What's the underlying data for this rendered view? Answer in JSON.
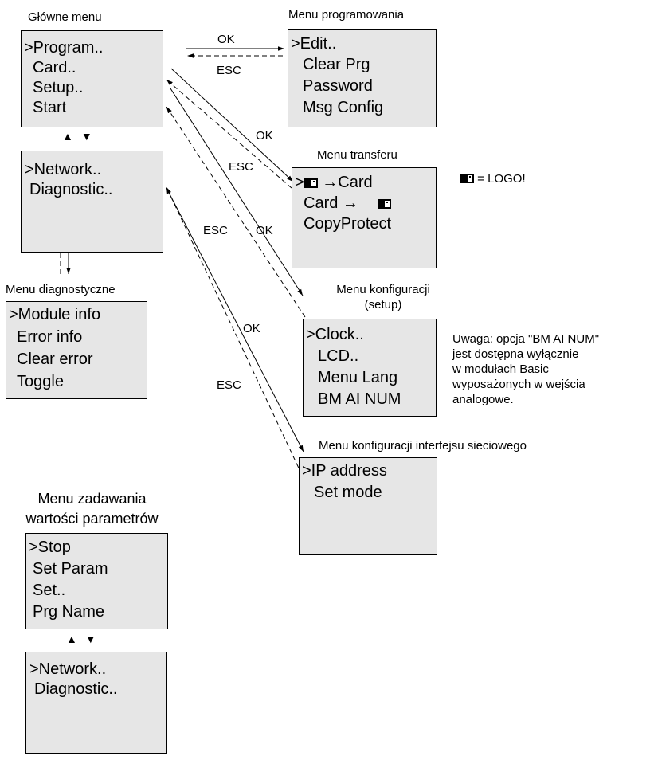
{
  "main_menu": {
    "title": "Główne menu",
    "items": [
      ">Program..",
      "Card..",
      "Setup..",
      "Start"
    ]
  },
  "main_submenu": {
    "items": [
      ">Network..",
      "Diagnostic.."
    ]
  },
  "program_menu": {
    "title": "Menu programowania",
    "items": [
      ">Edit..",
      "Clear Prg",
      "Password",
      "Msg Config"
    ]
  },
  "transfer_menu": {
    "title": "Menu transferu",
    "line1": "→Card",
    "line1_prefix": ">",
    "line2": "Card →",
    "line3": "CopyProtect"
  },
  "logo_legend": {
    "text": "= LOGO!"
  },
  "config_menu": {
    "title_line1": "Menu konfiguracji",
    "title_line2": "(setup)",
    "items": [
      ">Clock..",
      "LCD..",
      "Menu Lang",
      "BM AI NUM"
    ]
  },
  "config_note": {
    "lines": [
      "Uwaga: opcja \"BM AI NUM\"",
      "jest dostępna wyłącznie",
      "w modułach Basic",
      "wyposażonych w wejścia",
      "analogowe."
    ]
  },
  "diag_menu": {
    "title": "Menu diagnostyczne",
    "items": [
      ">Module info",
      "Error info",
      "Clear error",
      "Toggle"
    ]
  },
  "network_menu": {
    "title": "Menu konfiguracji interfejsu sieciowego",
    "items": [
      ">IP address",
      "Set mode"
    ]
  },
  "param_menu": {
    "title_line1": "Menu zadawania",
    "title_line2": "wartości parametrów",
    "items": [
      ">Stop",
      "Set Param",
      "Set..",
      "Prg Name"
    ]
  },
  "param_submenu": {
    "items": [
      ">Network..",
      "Diagnostic.."
    ]
  },
  "nav_arrows": "▲▼",
  "arrow_labels": {
    "ok_program": "OK",
    "esc_program": "ESC",
    "ok_transfer": "OK",
    "esc_transfer": "ESC",
    "esc_config": "ESC",
    "ok_config": "OK",
    "ok_network": "OK",
    "esc_network": "ESC"
  }
}
